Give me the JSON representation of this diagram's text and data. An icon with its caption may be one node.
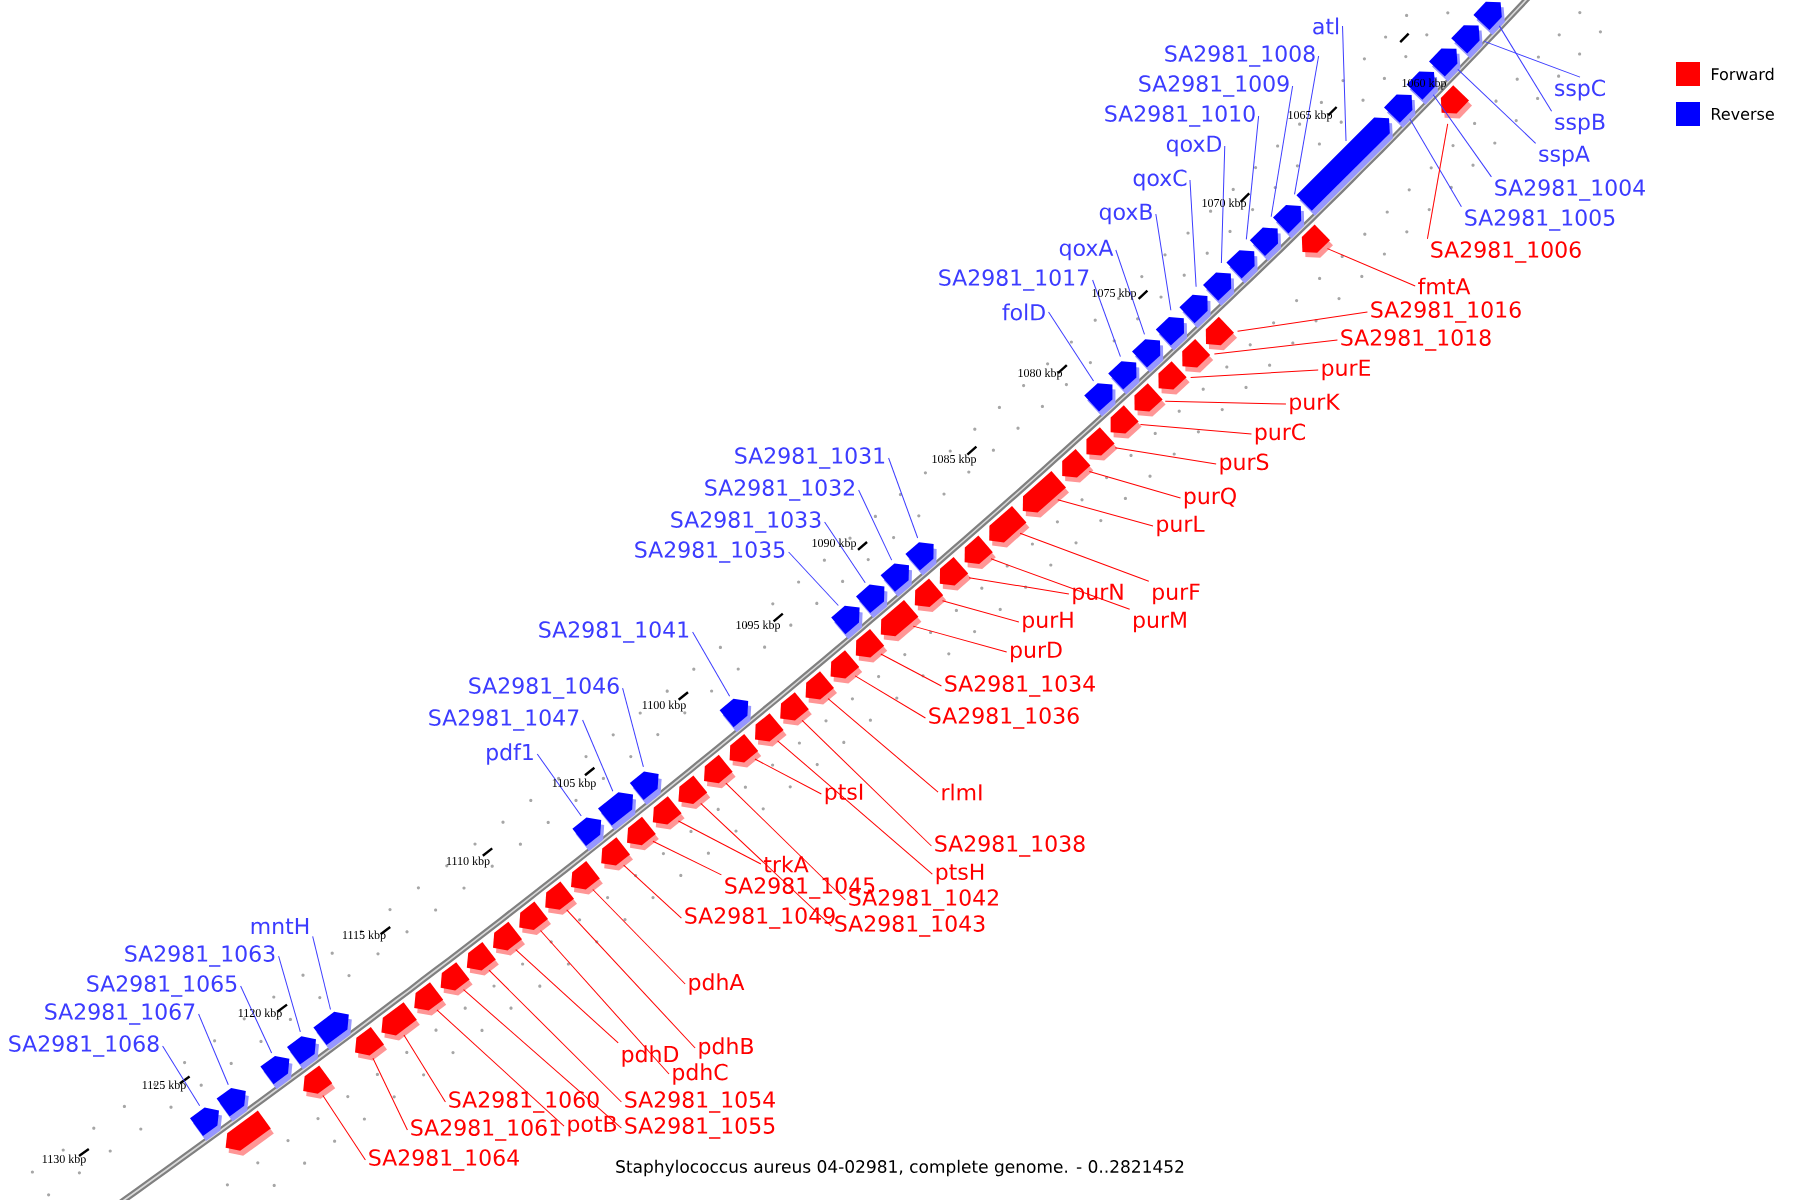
{
  "diagram": {
    "caption": "Staphylococcus aureus 04-02981, complete genome. - 0..2821452",
    "nodes": [
      {
        "text": [
          "sspC"
        ]
      },
      {
        "text": [],
        "shape": "pentagon"
      },
      {
        "text": [
          "sspB"
        ]
      },
      {
        "text": [],
        "shape": "pentagon"
      },
      {
        "text": [
          "sspA"
        ]
      },
      {
        "text": [],
        "shape": "pentagon"
      },
      {
        "text": [
          "SA2981_1004"
        ]
      },
      {
        "text": [],
        "shape": "pentagon"
      },
      {
        "text": [
          "SA2981_1005"
        ]
      },
      {
        "text": [],
        "shape": "pentagon"
      },
      {
        "text": [
          "atl"
        ]
      },
      {
        "text": [],
        "shape": "pentagon"
      },
      {
        "text": [
          "SA2981_1008"
        ]
      },
      {
        "text": [],
        "shape": "pentagon"
      },
      {
        "text": [
          "SA2981_1009"
        ]
      },
      {
        "text": [],
        "shape": "pentagon"
      },
      {
        "text": [
          "SA2981_1010"
        ]
      },
      {
        "text": [],
        "shape": "pentagon"
      },
      {
        "text": [
          "qoxD"
        ]
      },
      {
        "text": [],
        "shape": "pentagon"
      },
      {
        "text": [
          "qoxC"
        ]
      },
      {
        "text": [],
        "shape": "pentagon"
      },
      {
        "text": [
          "qoxB"
        ]
      },
      {
        "text": [],
        "shape": "pentagon"
      },
      {
        "text": [
          "qoxA"
        ]
      },
      {
        "text": [],
        "shape": "pentagon"
      },
      {
        "text": [
          "SA2981_1017"
        ]
      },
      {
        "text": [],
        "shape": "pentagon"
      },
      {
        "text": [
          "folD"
        ]
      },
      {
        "text": [],
        "shape": "pentagon"
      },
      {
        "text": [
          "SA2981_1006"
        ]
      },
      {
        "text": [],
        "shape": "pentagon"
      },
      {
        "text": [
          "fmtA"
        ]
      },
      {
        "text": [],
        "shape": "pentagon"
      },
      {
        "text": [
          "SA2981_1016"
        ]
      },
      {
        "text": [],
        "shape": "pentagon"
      },
      {
        "text": [
          "SA2981_1018"
        ]
      },
      {
        "text": [],
        "shape": "pentagon"
      },
      {
        "text": [
          "purE"
        ]
      },
      {
        "text": [],
        "shape": "pentagon"
      },
      {
        "text": [
          "purK"
        ]
      },
      {
        "text": [],
        "shape": "pentagon"
      },
      {
        "text": [
          "purC"
        ]
      },
      {
        "text": [],
        "shape": "pentagon"
      },
      {
        "text": [
          "purS"
        ]
      },
      {
        "text": [],
        "shape": "pentagon"
      },
      {
        "text": [
          "purQ"
        ]
      },
      {
        "text": [],
        "shape": "pentagon"
      },
      {
        "text": [
          "purL"
        ]
      },
      {
        "text": [],
        "shape": "pentagon"
      },
      {
        "text": [
          "SA2981_1031"
        ]
      },
      {
        "text": [],
        "shape": "pentagon"
      },
      {
        "text": [
          "SA2981_1032"
        ]
      },
      {
        "text": [],
        "shape": "pentagon"
      },
      {
        "text": [
          "SA2981_1033"
        ]
      },
      {
        "text": [],
        "shape": "pentagon"
      },
      {
        "text": [
          "SA2981_1035"
        ]
      },
      {
        "text": [],
        "shape": "pentagon"
      },
      {
        "text": [
          "purF"
        ]
      },
      {
        "text": [],
        "shape": "pentagon"
      },
      {
        "text": [
          "purN"
        ]
      },
      {
        "text": [],
        "shape": "pentagon"
      },
      {
        "text": [
          "purM"
        ]
      },
      {
        "text": [],
        "shape": "pentagon"
      },
      {
        "text": [
          "purH"
        ]
      },
      {
        "text": [],
        "shape": "pentagon"
      },
      {
        "text": [
          "purD"
        ]
      },
      {
        "text": [],
        "shape": "pentagon"
      },
      {
        "text": [
          "SA2981_1034"
        ]
      },
      {
        "text": [],
        "shape": "pentagon"
      },
      {
        "text": [
          "SA2981_1036"
        ]
      },
      {
        "text": [],
        "shape": "pentagon"
      },
      {
        "text": [
          "SA2981_1041"
        ]
      },
      {
        "text": [],
        "shape": "pentagon"
      },
      {
        "text": [
          "SA2981_1046"
        ]
      },
      {
        "text": [],
        "shape": "pentagon"
      },
      {
        "text": [
          "SA2981_1047"
        ]
      },
      {
        "text": [],
        "shape": "pentagon"
      },
      {
        "text": [
          "pdf1"
        ]
      },
      {
        "text": [],
        "shape": "pentagon"
      },
      {
        "text": [
          "rlmI"
        ]
      },
      {
        "text": [],
        "shape": "pentagon"
      },
      {
        "text": [
          "ptsI"
        ]
      },
      {
        "text": [],
        "shape": "pentagon"
      },
      {
        "text": [
          "SA2981_1038"
        ]
      },
      {
        "text": [],
        "shape": "pentagon"
      },
      {
        "text": [
          "trkA"
        ]
      },
      {
        "text": [],
        "shape": "pentagon"
      },
      {
        "text": [
          "ptsH"
        ]
      },
      {
        "text": [],
        "shape": "pentagon"
      },
      {
        "text": [
          "SA2981_1045"
        ]
      },
      {
        "text": [],
        "shape": "pentagon"
      },
      {
        "text": [
          "SA2981_1042"
        ]
      },
      {
        "text": [],
        "shape": "pentagon"
      },
      {
        "text": [
          "SA2981_1049"
        ]
      },
      {
        "text": [],
        "shape": "pentagon"
      },
      {
        "text": [
          "SA2981_1043"
        ]
      },
      {
        "text": [],
        "shape": "pentagon"
      },
      {
        "text": [
          "mntH"
        ]
      },
      {
        "text": [],
        "shape": "pentagon"
      },
      {
        "text": [
          "SA2981_1063"
        ]
      },
      {
        "text": [],
        "shape": "pentagon"
      },
      {
        "text": [
          "pdhA"
        ]
      },
      {
        "text": [],
        "shape": "pentagon"
      },
      {
        "text": [
          "SA2981_1065"
        ]
      },
      {
        "text": [],
        "shape": "pentagon"
      },
      {
        "text": [
          "SA2981_1067"
        ]
      },
      {
        "text": [],
        "shape": "pentagon"
      },
      {
        "text": [
          "SA2981_1068"
        ]
      },
      {
        "text": [],
        "shape": "pentagon"
      },
      {
        "text": [
          "pdhB"
        ]
      },
      {
        "text": [],
        "shape": "pentagon"
      },
      {
        "text": [
          "pdhD"
        ]
      },
      {
        "text": [],
        "shape": "pentagon"
      },
      {
        "text": [
          "pdhC"
        ]
      },
      {
        "text": [],
        "shape": "pentagon"
      },
      {
        "text": [
          "SA2981_1060"
        ]
      },
      {
        "text": [],
        "shape": "pentagon"
      },
      {
        "text": [
          "SA2981_1054"
        ]
      },
      {
        "text": [],
        "shape": "pentagon"
      },
      {
        "text": [
          "potB"
        ]
      },
      {
        "text": [],
        "shape": "pentagon"
      },
      {
        "text": [
          "SA2981_1055"
        ]
      },
      {
        "text": [],
        "shape": "pentagon"
      },
      {
        "text": [
          "SA2981_1061"
        ]
      },
      {
        "text": [],
        "shape": "pentagon"
      },
      {
        "text": [
          "SA2981_1064"
        ]
      },
      {
        "text": [],
        "shape": "pentagon"
      },
      {
        "text": [],
        "shape": "pentagon"
      }
    ],
    "edges": [
      {
        "from": 0,
        "to": 1,
        "arrow": "none",
        "color": "#3c3cff"
      },
      {
        "from": 2,
        "to": 3,
        "arrow": "none",
        "color": "#3c3cff"
      },
      {
        "from": 4,
        "to": 5,
        "arrow": "none",
        "color": "#3c3cff"
      },
      {
        "from": 6,
        "to": 7,
        "arrow": "none",
        "color": "#3c3cff"
      },
      {
        "from": 8,
        "to": 9,
        "arrow": "none",
        "color": "#3c3cff"
      },
      {
        "from": 10,
        "to": 11,
        "arrow": "none",
        "color": "#3c3cff"
      },
      {
        "from": 12,
        "to": 13,
        "arrow": "none",
        "color": "#3c3cff"
      },
      {
        "from": 14,
        "to": 15,
        "arrow": "none",
        "color": "#3c3cff"
      },
      {
        "from": 16,
        "to": 17,
        "arrow": "none",
        "color": "#3c3cff"
      },
      {
        "from": 18,
        "to": 19,
        "arrow": "none",
        "color": "#3c3cff"
      },
      {
        "from": 20,
        "to": 21,
        "arrow": "none",
        "color": "#3c3cff"
      },
      {
        "from": 22,
        "to": 23,
        "arrow": "none",
        "color": "#3c3cff"
      },
      {
        "from": 24,
        "to": 25,
        "arrow": "none",
        "color": "#3c3cff"
      },
      {
        "from": 26,
        "to": 27,
        "arrow": "none",
        "color": "#3c3cff"
      },
      {
        "from": 28,
        "to": 29,
        "arrow": "none",
        "color": "#3c3cff"
      },
      {
        "from": 30,
        "to": 31,
        "arrow": "none"
      },
      {
        "from": 32,
        "to": 33,
        "arrow": "none"
      },
      {
        "from": 34,
        "to": 35,
        "arrow": "none"
      },
      {
        "from": 36,
        "to": 37,
        "arrow": "none"
      },
      {
        "from": 38,
        "to": 39,
        "arrow": "none"
      },
      {
        "from": 40,
        "to": 41,
        "arrow": "none"
      },
      {
        "from": 42,
        "to": 43,
        "arrow": "none"
      },
      {
        "from": 44,
        "to": 45,
        "arrow": "none"
      },
      {
        "from": 46,
        "to": 47,
        "arrow": "none"
      },
      {
        "from": 48,
        "to": 49,
        "arrow": "none"
      },
      {
        "from": 50,
        "to": 51,
        "arrow": "none",
        "color": "#3c3cff"
      },
      {
        "from": 52,
        "to": 53,
        "arrow": "none",
        "color": "#3c3cff"
      },
      {
        "from": 54,
        "to": 55,
        "arrow": "none",
        "color": "#3c3cff"
      },
      {
        "from": 56,
        "to": 57,
        "arrow": "none",
        "color": "#3c3cff"
      },
      {
        "from": 58,
        "to": 59,
        "arrow": "none"
      },
      {
        "from": 60,
        "to": 61,
        "arrow": "none"
      },
      {
        "from": 62,
        "to": 63,
        "arrow": "none"
      },
      {
        "from": 64,
        "to": 65,
        "arrow": "none"
      },
      {
        "from": 66,
        "to": 67,
        "arrow": "none"
      },
      {
        "from": 68,
        "to": 69,
        "arrow": "none"
      },
      {
        "from": 70,
        "to": 71,
        "arrow": "none"
      },
      {
        "from": 72,
        "to": 73,
        "arrow": "none",
        "color": "#3c3cff"
      },
      {
        "from": 74,
        "to": 75,
        "arrow": "none",
        "color": "#3c3cff"
      },
      {
        "from": 76,
        "to": 77,
        "arrow": "none",
        "color": "#3c3cff"
      },
      {
        "from": 78,
        "to": 79,
        "arrow": "none",
        "color": "#3c3cff"
      },
      {
        "from": 80,
        "to": 81,
        "arrow": "none"
      },
      {
        "from": 82,
        "to": 83,
        "arrow": "none"
      },
      {
        "from": 84,
        "to": 85,
        "arrow": "none"
      },
      {
        "from": 86,
        "to": 87,
        "arrow": "none"
      },
      {
        "from": 88,
        "to": 89,
        "arrow": "none"
      },
      {
        "from": 90,
        "to": 91,
        "arrow": "none"
      },
      {
        "from": 92,
        "to": 93,
        "arrow": "none"
      },
      {
        "from": 94,
        "to": 95,
        "arrow": "none"
      },
      {
        "from": 96,
        "to": 97,
        "arrow": "none"
      },
      {
        "from": 98,
        "to": 99,
        "arrow": "none",
        "color": "#3c3cff"
      },
      {
        "from": 100,
        "to": 101,
        "arrow": "none",
        "color": "#3c3cff"
      },
      {
        "from": 102,
        "to": 103,
        "arrow": "none"
      },
      {
        "from": 104,
        "to": 105,
        "arrow": "none",
        "color": "#3c3cff"
      },
      {
        "from": 106,
        "to": 107,
        "arrow": "none",
        "color": "#3c3cff"
      },
      {
        "from": 108,
        "to": 109,
        "arrow": "none",
        "color": "#3c3cff"
      },
      {
        "from": 110,
        "to": 111,
        "arrow": "none"
      },
      {
        "from": 112,
        "to": 113,
        "arrow": "none"
      },
      {
        "from": 114,
        "to": 115,
        "arrow": "none"
      },
      {
        "from": 116,
        "to": 117,
        "arrow": "none"
      },
      {
        "from": 118,
        "to": 119,
        "arrow": "none"
      },
      {
        "from": 120,
        "to": 121,
        "arrow": "none"
      },
      {
        "from": 122,
        "to": 123,
        "arrow": "none"
      },
      {
        "from": 124,
        "to": 125,
        "arrow": "none"
      },
      {
        "from": 126,
        "to": 127,
        "arrow": "none"
      }
    ],
    "labels": [
      "1060 kbp",
      "1065 kbp",
      "1070 kbp",
      "1075 kbp",
      "1080 kbp",
      "1085 kbp",
      "1090 kbp",
      "1095 kbp",
      "1100 kbp",
      "1105 kbp",
      "1110 kbp",
      "1115 kbp",
      "1120 kbp",
      "1125 kbp",
      "1130 kbp"
    ],
    "legend": [
      {
        "text": "Forward",
        "color": "#ff0000"
      },
      {
        "text": "Reverse",
        "color": "#0000ff"
      }
    ]
  }
}
